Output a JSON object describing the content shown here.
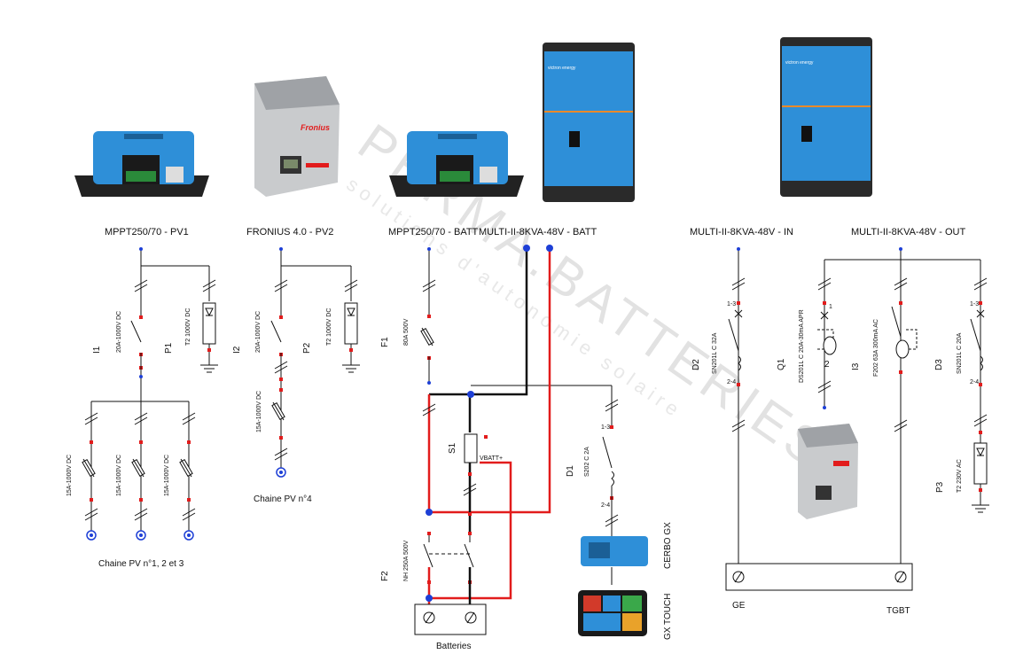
{
  "devices": {
    "mppt_pv1": "MPPT250/70 - PV1",
    "fronius_pv2": "FRONIUS 4.0 - PV2",
    "mppt_batt": "MPPT250/70 - BATT",
    "multi_batt": "MULTI-II-8KVA-48V - BATT",
    "multi_in": "MULTI-II-8KVA-48V - IN",
    "multi_out": "MULTI-II-8KVA-48V - OUT"
  },
  "components": {
    "I1": {
      "ref": "I1",
      "spec": "20A-1000V DC"
    },
    "P1": {
      "ref": "P1",
      "spec": "T2 1000V DC"
    },
    "I2": {
      "ref": "I2",
      "spec": "20A-1000V DC"
    },
    "P2": {
      "ref": "P2",
      "spec": "T2 1000V DC"
    },
    "I2_fuse": {
      "spec": "15A-1000V DC"
    },
    "pv_fuses": [
      "15A-1000V DC",
      "15A-1000V DC",
      "15A-1000V DC"
    ],
    "F1": {
      "ref": "F1",
      "spec": "80A 500V"
    },
    "S1": {
      "ref": "S1"
    },
    "vbatt": "VBATT+",
    "D1": {
      "ref": "D1",
      "spec": "S202 C 2A",
      "poles_top": "1-3",
      "poles_bottom": "2-4"
    },
    "F2": {
      "ref": "F2",
      "spec": "NH 250A 500V"
    },
    "D2": {
      "ref": "D2",
      "spec": "SN201L C 32A",
      "poles_top": "1-3",
      "poles_bottom": "2-4"
    },
    "Q1": {
      "ref": "Q1",
      "spec": "DS201L C 20A-30mA APR",
      "pole_top": "1",
      "pole_bottom": "2"
    },
    "I3": {
      "ref": "I3",
      "spec": "F202 63A 300mA AC"
    },
    "D3": {
      "ref": "D3",
      "spec": "SN201L C 20A",
      "poles_top": "1-3",
      "poles_bottom": "2-4"
    },
    "P3": {
      "ref": "P3",
      "spec": "T2 230V AC"
    }
  },
  "labels": {
    "chaine_123": "Chaine PV n°1, 2 et 3",
    "chaine_4": "Chaine PV n°4",
    "batteries": "Batteries",
    "cerbo": "CERBO GX",
    "gx_touch": "GX TOUCH",
    "ge": "GE",
    "tgbt": "TGBT"
  },
  "watermark": {
    "line1": "PERMA.BATTERIES",
    "line2": "solutions d'autonomie solaire"
  },
  "colors": {
    "wire_black": "#111111",
    "wire_red": "#e21c1c",
    "node_blue": "#1d3fd6",
    "victron_blue": "#2e8fd8",
    "fronius_grey": "#c9cbcd"
  }
}
